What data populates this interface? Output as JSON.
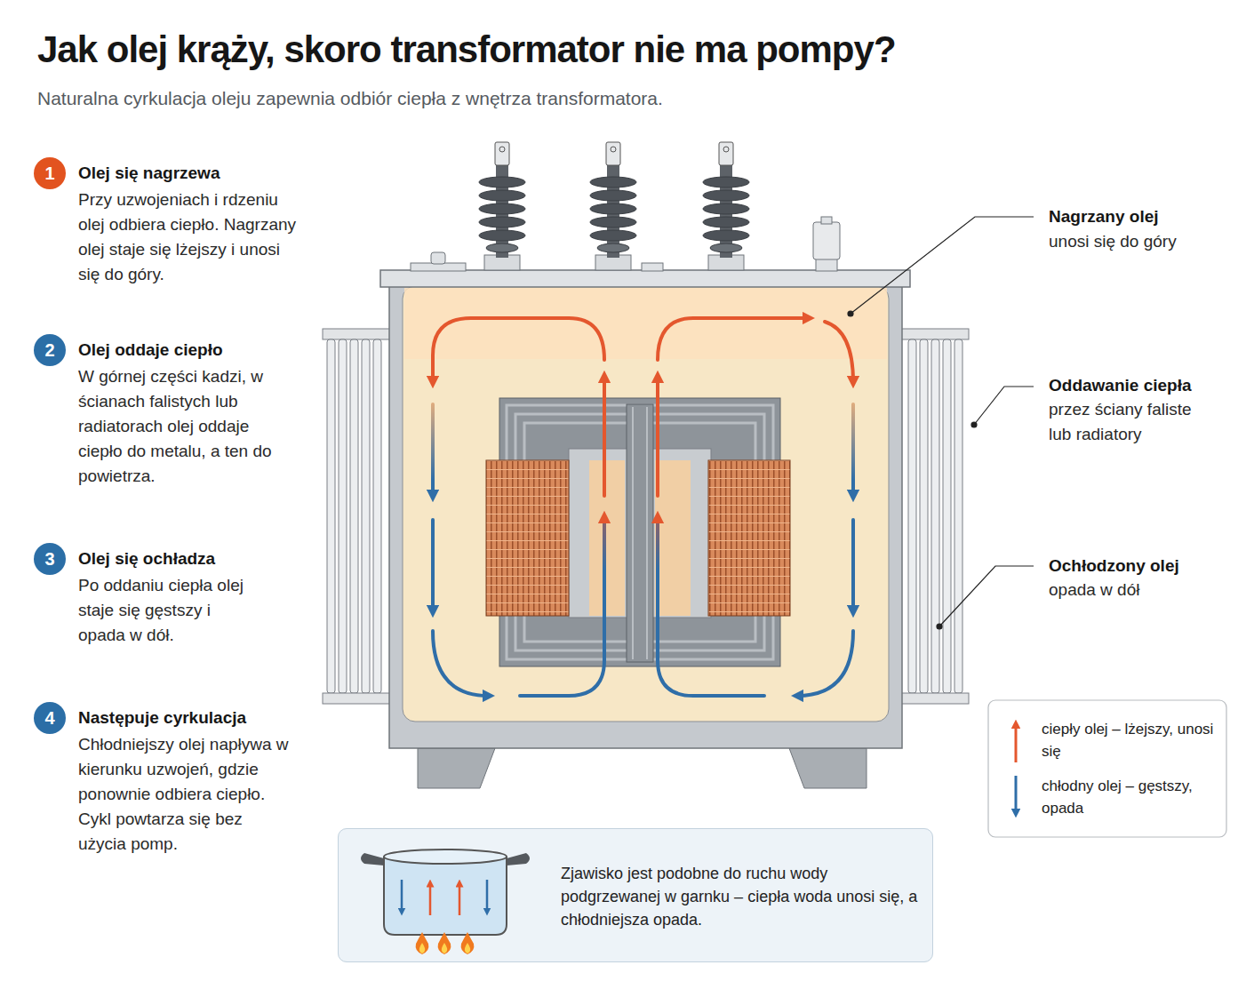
{
  "diagram": {
    "title": "Jak olej krąży, skoro transformator nie ma pompy?",
    "caption": "Naturalna cyrkulacja oleju zapewnia odbiór ciepła z wnętrza transformatora.",
    "nodes": [
      {
        "text": [
          "1"
        ]
      },
      {
        "text": [
          "2"
        ]
      },
      {
        "text": [
          "3"
        ]
      },
      {
        "text": [
          "4"
        ]
      },
      {
        "text": [
          "Zjawisko jest podobne do ruchu wody podgrzewanej w garnku – ciepła woda unosi się, a chłodniejsza opada."
        ]
      }
    ],
    "labels": [
      "Olej się nagrzewa",
      "Przy uzwojeniach i rdzeniu olej odbiera ciepło. Nagrzany olej staje się lżejszy i unosi się do góry.",
      "Olej oddaje ciepło",
      "W górnej części kadzi, w ścianach falistych lub radiatorach olej oddaje ciepło do metalu, a ten do powietrza.",
      "Olej się ochładza",
      "Po oddaniu ciepła olej staje się gęstszy i opada w dół.",
      "Następuje cyrkulacja",
      "Chłodniejszy olej napływa w kierunku uzwojeń, gdzie ponownie odbiera ciepło. Cykl powtarza się bez użycia pomp.",
      "Nagrzany olej",
      "unosi się do góry",
      "Oddawanie ciepła",
      "przez ściany faliste lub radiatory",
      "Ochłodzony olej",
      "opada w dół"
    ],
    "legend": [
      {
        "text": "ciepły olej – lżejszy, unosi się"
      },
      {
        "text": "chłodny olej – gęstszy, opada"
      }
    ]
  }
}
